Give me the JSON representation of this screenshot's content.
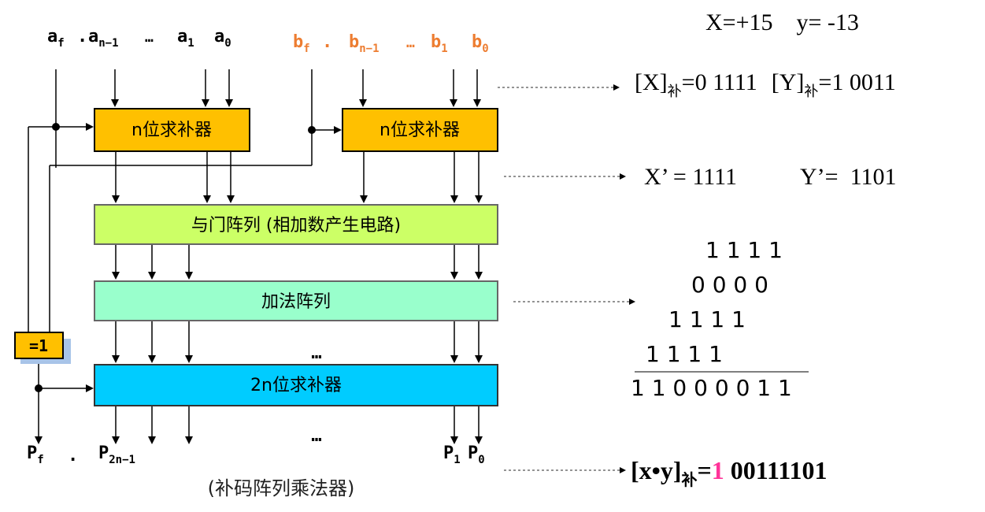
{
  "inputs": {
    "a": {
      "af": "a",
      "af_sub": "f",
      "dot": ".",
      "an1": "a",
      "an1_sub": "n−1",
      "dots": "…",
      "a1": "a",
      "a1_sub": "1",
      "a0": "a",
      "a0_sub": "0"
    },
    "b": {
      "bf": "b",
      "bf_sub": "f",
      "dot": ".",
      "bn1": "b",
      "bn1_sub": "n−1",
      "dots": "…",
      "b1": "b",
      "b1_sub": "1",
      "b0": "b",
      "b0_sub": "0"
    }
  },
  "boxes": {
    "complementer_a": "n位求补器",
    "complementer_b": "n位求补器",
    "and_array": "与门阵列 (相加数产生电路)",
    "adder_array": "加法阵列",
    "complementer_2n": "2n位求补器",
    "xor": "=1",
    "ellipsis_1": "…",
    "ellipsis_2": "…"
  },
  "outputs": {
    "pf": "P",
    "pf_sub": "f",
    "dot": ".",
    "p2n1": "P",
    "p2n1_sub": "2n−1",
    "p1": "P",
    "p1_sub": "1",
    "p0": "P",
    "p0_sub": "0"
  },
  "caption": "(补码阵列乘法器)",
  "example": {
    "values": "X=+15    y= -13",
    "complement_x_pre": "[X]",
    "complement_x_sub": "补",
    "complement_x_val": "=0 1111",
    "complement_y_pre": "[Y]",
    "complement_y_sub": "补",
    "complement_y_val": "=1 0011",
    "xprime": "X’ = 1111",
    "yprime": "Y’=  1101",
    "partial_products": [
      "1 1 1 1",
      "0 0 0 0",
      "1 1 1 1",
      "1 1 1 1"
    ],
    "sum": "1 1 0 0 0 0 1 1",
    "result_pre": "[x•y]",
    "result_sub": "补",
    "result_eq": "=",
    "result_sign": "1",
    "result_rest": " 00111101"
  },
  "colors": {
    "complementer": "#FFC000",
    "and_array": "#CCFF66",
    "adder_array": "#99FFCC",
    "complementer_2n": "#00CCFF",
    "orange_label": "#ED7D31",
    "magenta": "#FF3399"
  }
}
